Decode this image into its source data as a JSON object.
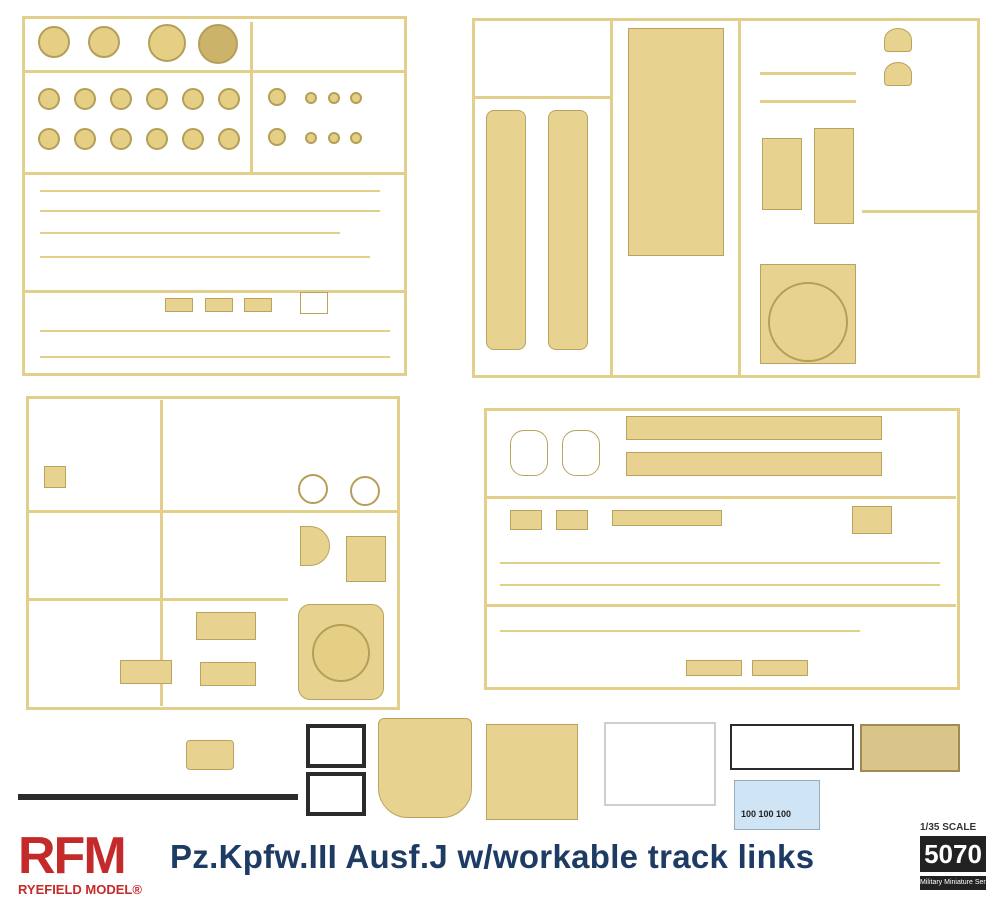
{
  "colors": {
    "sprue": "#e2cf8b",
    "brand_red": "#c42a2a",
    "title_navy": "#1e3b64",
    "badge_black": "#222222"
  },
  "brand": {
    "logo_letters": "RFM",
    "name": "RYEFIELD MODEL",
    "registered_mark": "®"
  },
  "product": {
    "title": "Pz.Kpfw.III Ausf.J  w/workable track links"
  },
  "scale_badge": {
    "scale": "1/35 SCALE",
    "code": "5070",
    "series": "Military Miniature Series"
  },
  "extras": {
    "decal_numbers": "100 100 100"
  }
}
